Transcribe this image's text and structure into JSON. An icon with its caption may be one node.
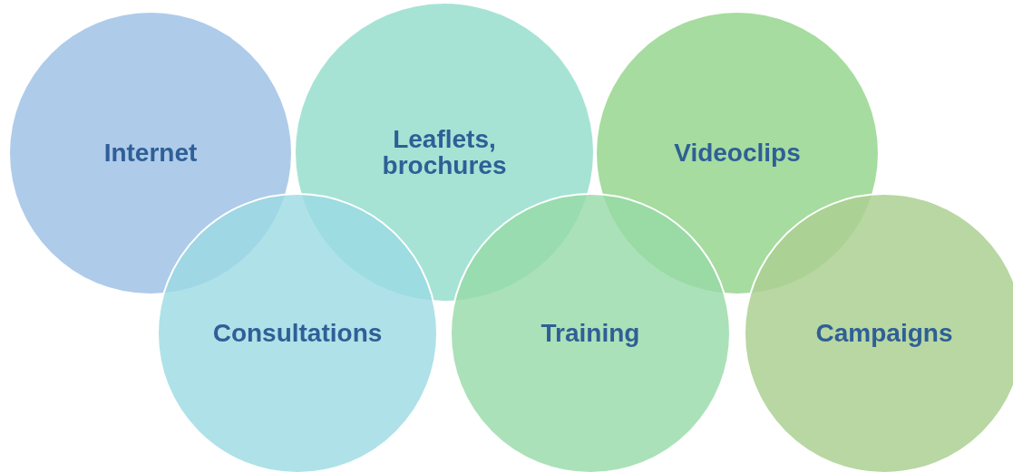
{
  "diagram": {
    "nodes": [
      {
        "text": [
          "Internet"
        ]
      },
      {
        "text": [
          "Leaflets, brochures"
        ]
      },
      {
        "text": [
          "Videoclips"
        ]
      },
      {
        "text": [
          "Consultations"
        ]
      },
      {
        "text": [
          "Training"
        ]
      },
      {
        "text": [
          "Campaigns"
        ]
      }
    ]
  }
}
